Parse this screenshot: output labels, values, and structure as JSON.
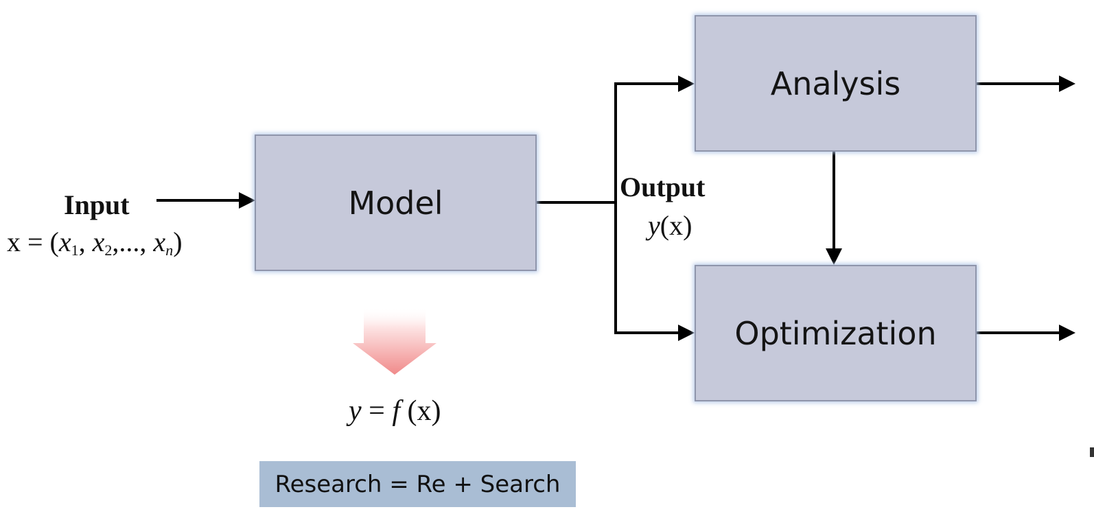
{
  "blocks": {
    "model": "Model",
    "analysis": "Analysis",
    "optimization": "Optimization"
  },
  "input": {
    "label": "Input",
    "var": "x",
    "equals": " = (",
    "x1": "x",
    "s1": "1",
    "x2": "x",
    "s2": "2",
    "dots": "...,",
    "xn": "x",
    "sn": "n",
    "close": ")"
  },
  "output": {
    "label": "Output",
    "y": "y",
    "arg": "(x)"
  },
  "function": {
    "y": "y",
    "eq": " = ",
    "f": "f",
    "arg": " (x)"
  },
  "note": "Research = Re + Search",
  "colors": {
    "box_fill": "#c6c9da",
    "box_border": "#8f95ab",
    "box_glow": "#b0c6e6",
    "note_fill": "#a9bdd4",
    "arrow": "#000000",
    "down_arrow_top": "#fde3e3",
    "down_arrow_bottom": "#f08a8a"
  }
}
